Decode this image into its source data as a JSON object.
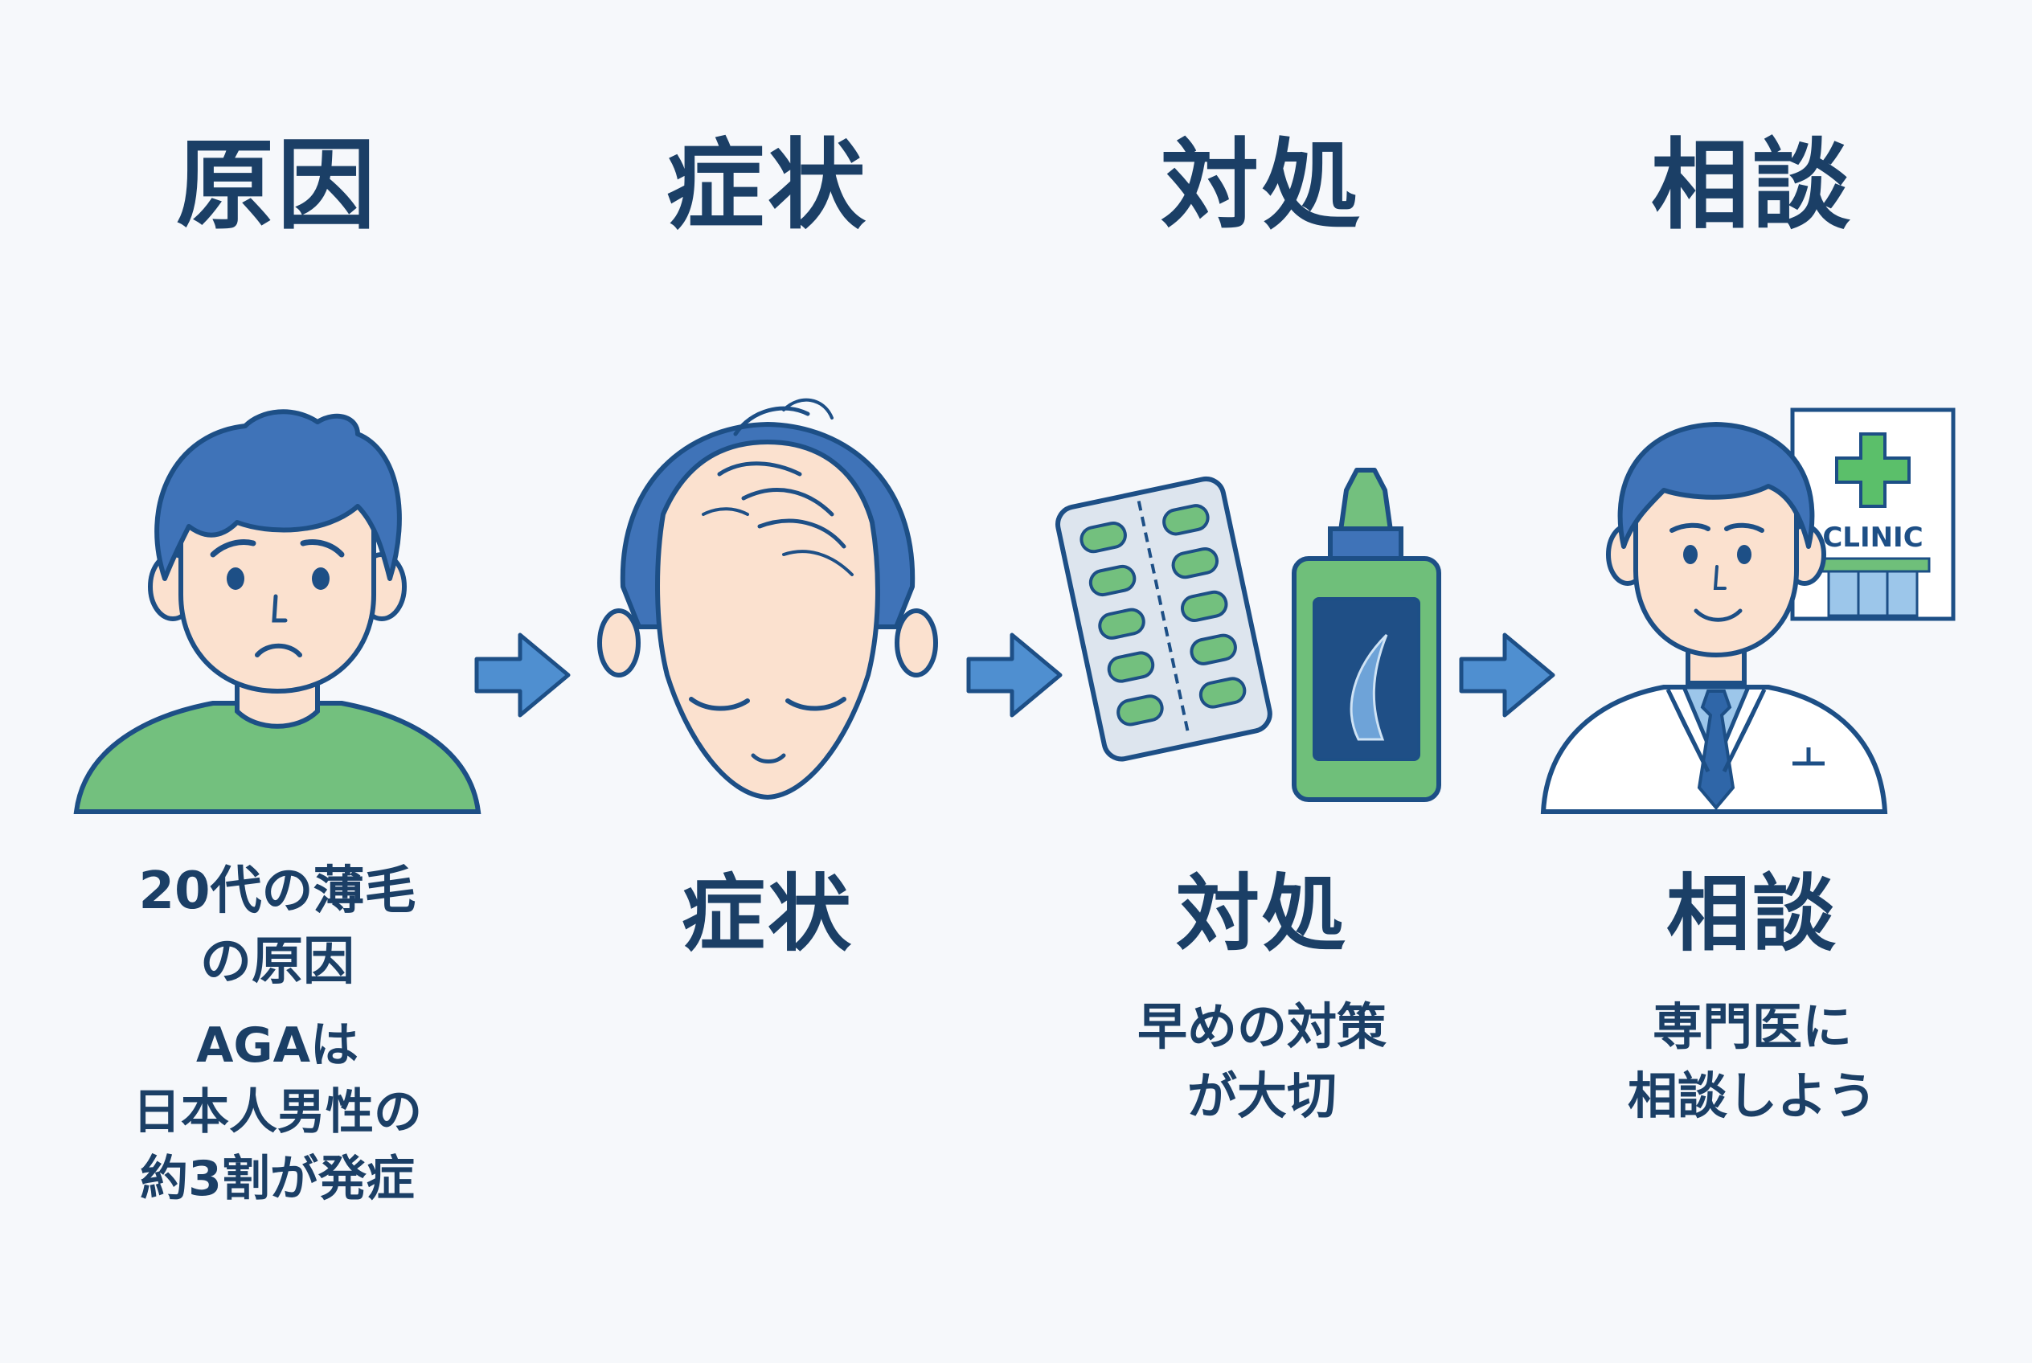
{
  "headings": [
    "原因",
    "症状",
    "対処",
    "相談"
  ],
  "steps": [
    {
      "title_lines": [
        "20代の薄毛",
        "の原因"
      ],
      "desc_lines": [
        "AGAは",
        "日本人男性の",
        "約3割が発症"
      ]
    },
    {
      "title": "症状"
    },
    {
      "title": "対処",
      "desc_lines": [
        "早めの対策",
        "が大切"
      ]
    },
    {
      "title": "相談",
      "desc_lines": [
        "専門医に",
        "相談しよう"
      ]
    }
  ],
  "clinic_sign": "CLINIC",
  "colors": {
    "text": "#1b3f66",
    "outline": "#1d4f86",
    "hair": "#3f73b8",
    "skin": "#fbe1cf",
    "shirt": "#73c07e",
    "arrow": "#4f8fd0",
    "bottle": "#6fbf7a",
    "cross": "#5bbf6a"
  },
  "icons": [
    "worried-young-man-icon",
    "thinning-crown-icon",
    "medication-icon",
    "doctor-clinic-icon",
    "right-arrow-icon"
  ]
}
